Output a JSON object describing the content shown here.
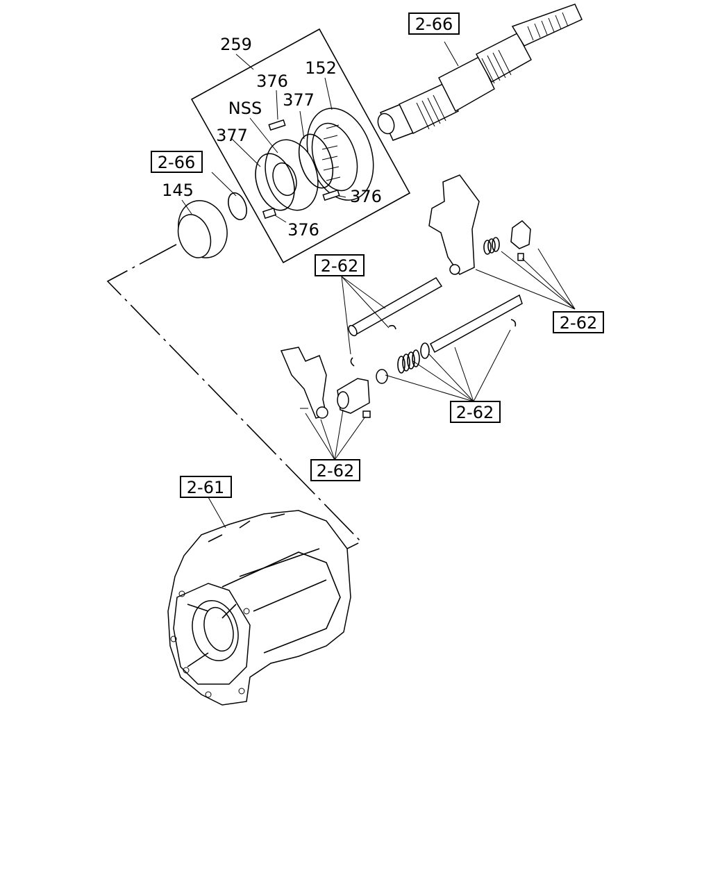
{
  "labels": {
    "ref_2_66_top": "2-66",
    "ref_2_66_left": "2-66",
    "ref_2_62_upper": "2-62",
    "ref_2_62_right": "2-62",
    "ref_2_62_mid": "2-62",
    "ref_2_62_lower": "2-62",
    "ref_2_61": "2-61",
    "part_259": "259",
    "part_152": "152",
    "part_376_a": "376",
    "part_376_b": "376",
    "part_376_c": "376",
    "part_377_a": "377",
    "part_377_b": "377",
    "part_nss": "NSS",
    "part_145": "145"
  }
}
